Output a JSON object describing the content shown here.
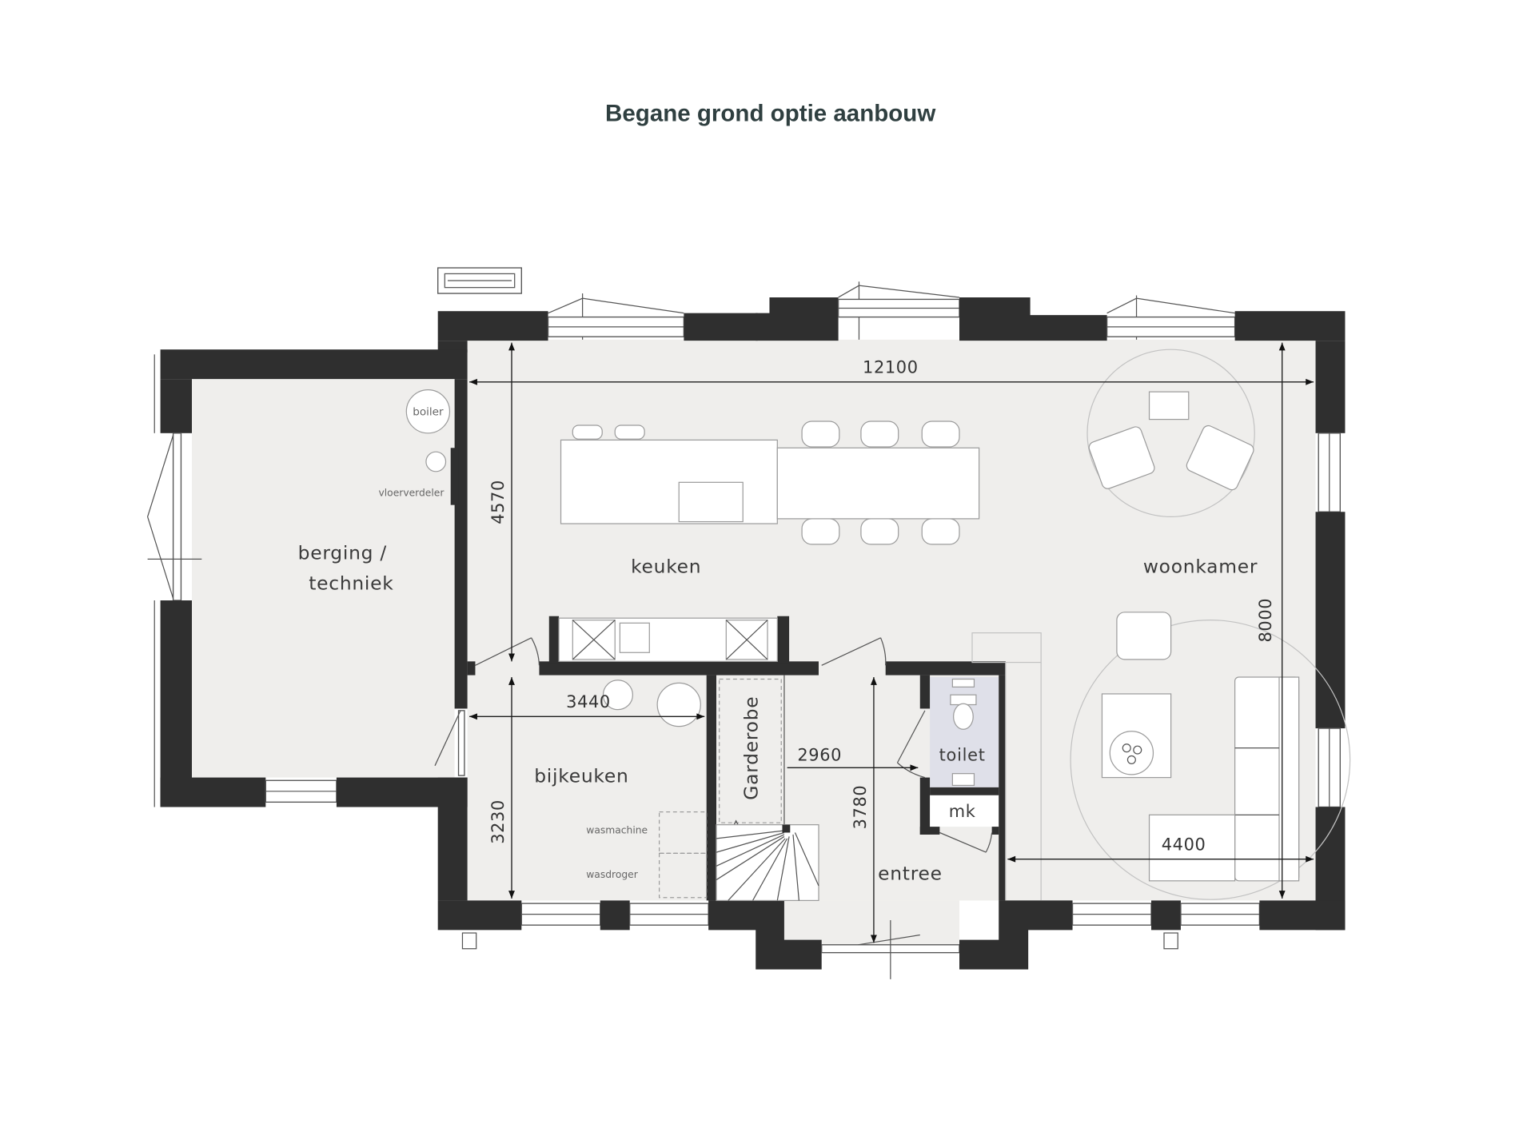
{
  "title": "Begane grond optie aanbouw",
  "rooms": {
    "berging_line1": "berging /",
    "berging_line2": "techniek",
    "keuken": "keuken",
    "woonkamer": "woonkamer",
    "bijkeuken": "bijkeuken",
    "garderobe": "Garderobe",
    "toilet": "toilet",
    "mk": "mk",
    "entree": "entree"
  },
  "fixtures": {
    "boiler": "boiler",
    "vloerverdeler": "vloerverdeler",
    "wasmachine": "wasmachine",
    "wasdroger": "wasdroger"
  },
  "dimensions": {
    "overall_width": "12100",
    "kitchen_depth": "4570",
    "living_depth": "8000",
    "bijkeuken_width": "3440",
    "hall_width": "2960",
    "bijkeuken_depth": "3230",
    "entree_depth": "3780",
    "living_width": "4400"
  },
  "colors": {
    "title": "#2f3f40",
    "wall": "#2f2f2f",
    "floor": "#efeeec",
    "toilet_floor": "#dfe0e9",
    "line": "#555555"
  }
}
